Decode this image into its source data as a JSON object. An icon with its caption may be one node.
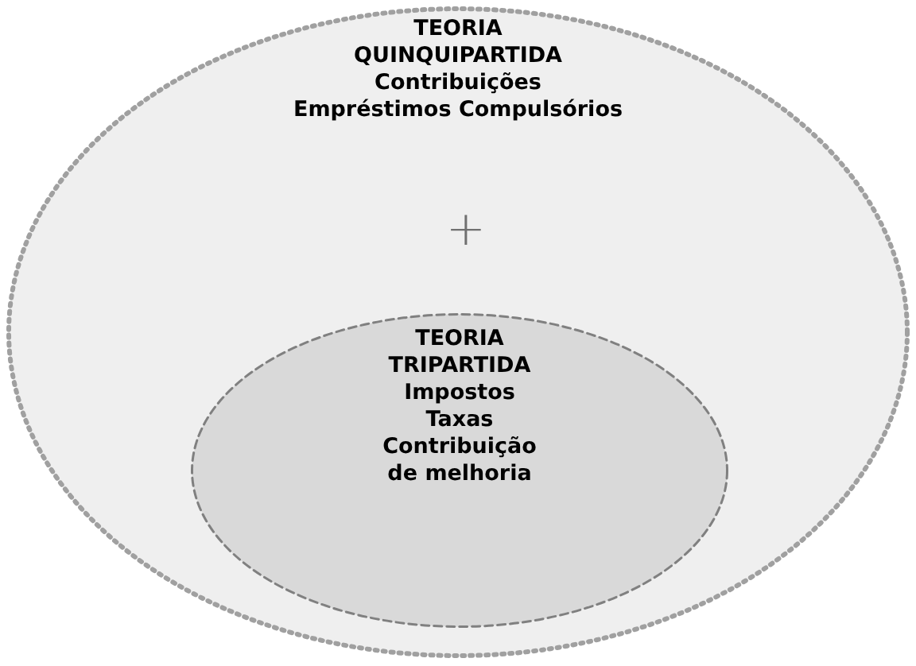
{
  "diagram": {
    "nodes": [
      {
        "text": [
          "TEORIA QUINQUIPARTIDA",
          "Contribuições",
          "Empréstimos Compulsórios"
        ]
      },
      {
        "text": [
          "TEORIA TRIPARTIDA",
          "Impostos",
          "Taxas",
          "Contribuição de melhoria"
        ],
        "in": 0
      }
    ],
    "labels": [
      "+"
    ]
  }
}
